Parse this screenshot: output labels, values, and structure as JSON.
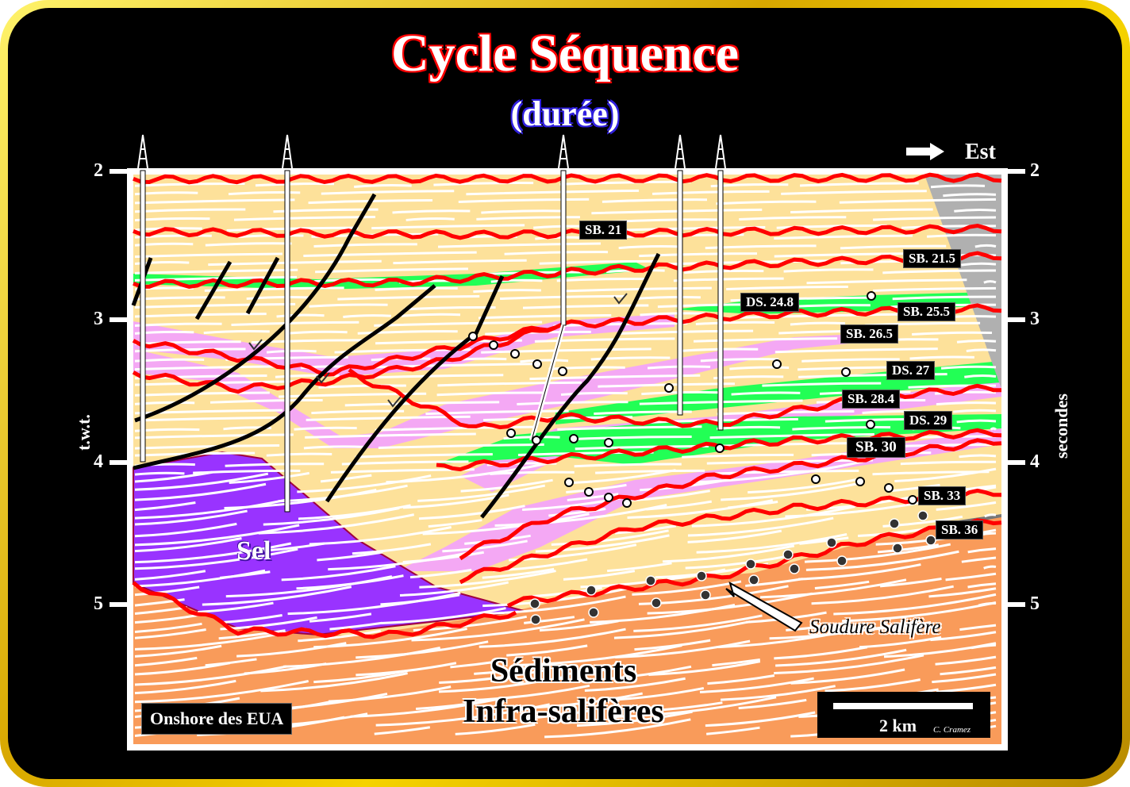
{
  "title": "Cycle Séquence",
  "subtitle": "(durée)",
  "direction": "Est",
  "axis_left_label": "t.w.t.",
  "axis_right_label": "secondes",
  "ticks": [
    "2",
    "3",
    "4",
    "5"
  ],
  "horizon_labels": [
    "SB. 21",
    "SB. 21.5",
    "DS. 24.8",
    "SB. 25.5",
    "SB. 26.5",
    "DS. 27",
    "SB. 28.4",
    "DS. 29",
    "SB. 30",
    "SB. 33",
    "SB. 36"
  ],
  "salt_label": "Sel",
  "sediments_label": [
    "Sédiments",
    "Infra-salifères"
  ],
  "weld_label": "Soudure Salifère",
  "location_label": "Onshore des EUA",
  "scale_label": "2 km",
  "credit": "C. Cramez",
  "colors": {
    "sediment": "#fde19a",
    "salt": "#9933ff",
    "subsalt": "#f99b5a",
    "green": "#22ff55",
    "pink": "#f4a8f4",
    "horizon": "#ff0000",
    "frame": "#f5d200"
  }
}
